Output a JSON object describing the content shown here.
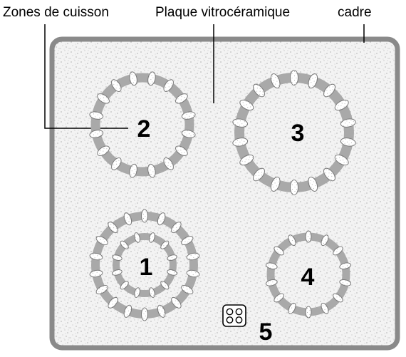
{
  "labels": {
    "zones": "Zones de cuisson",
    "plaque": "Plaque vitrocéramique",
    "cadre": "cadre"
  },
  "zones": [
    {
      "id": "zone-2",
      "number": "2"
    },
    {
      "id": "zone-3",
      "number": "3"
    },
    {
      "id": "zone-1",
      "number": "1"
    },
    {
      "id": "zone-4",
      "number": "4"
    }
  ],
  "control": {
    "number": "5",
    "icon": "four-burner-control-icon"
  },
  "colors": {
    "frame": "#8a8a8a",
    "ring": "#a9a9a9",
    "surface": "#f2f2f2",
    "speckle": "#9a9a9a",
    "ink": "#000000"
  }
}
